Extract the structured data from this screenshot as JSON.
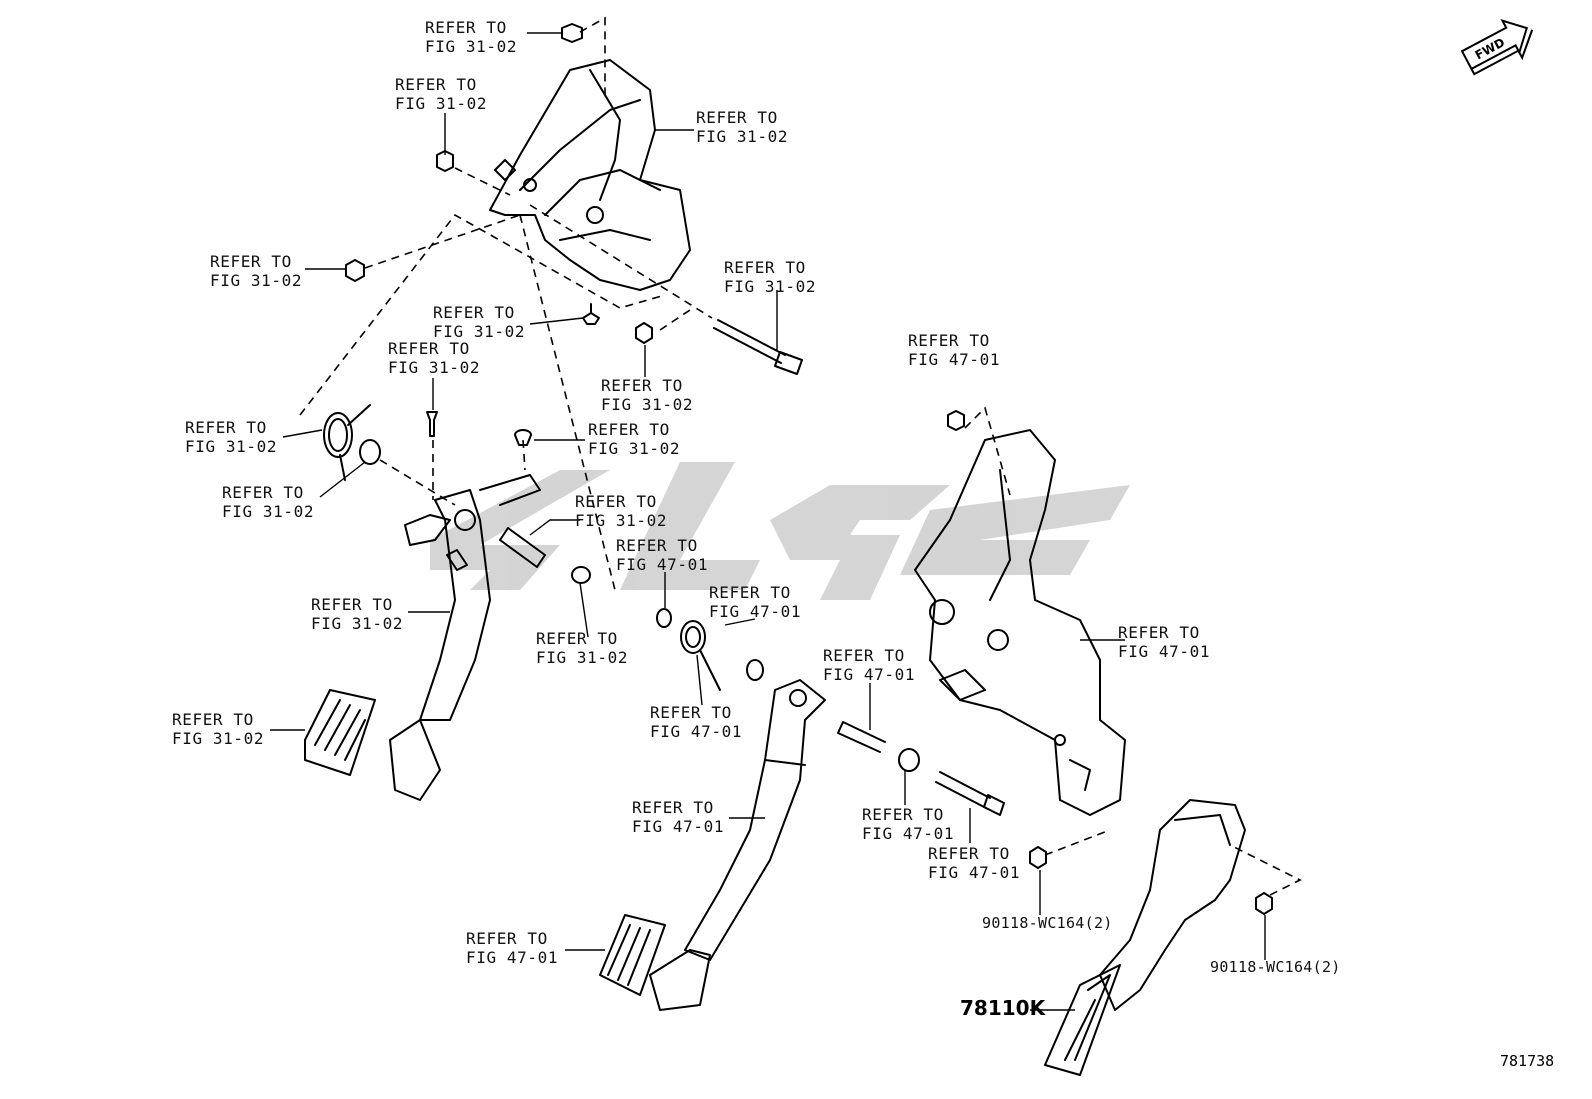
{
  "callouts": [
    {
      "id": "c1",
      "line1": "REFER TO",
      "line2": "FIG 31-02"
    },
    {
      "id": "c2",
      "line1": "REFER TO",
      "line2": "FIG 31-02"
    },
    {
      "id": "c3",
      "line1": "REFER TO",
      "line2": "FIG 31-02"
    },
    {
      "id": "c4",
      "line1": "REFER TO",
      "line2": "FIG 31-02"
    },
    {
      "id": "c5",
      "line1": "REFER TO",
      "line2": "FIG 31-02"
    },
    {
      "id": "c6",
      "line1": "REFER TO",
      "line2": "FIG 31-02"
    },
    {
      "id": "c7",
      "line1": "REFER TO",
      "line2": "FIG 31-02"
    },
    {
      "id": "c8",
      "line1": "REFER TO",
      "line2": "FIG 31-02"
    },
    {
      "id": "c9",
      "line1": "REFER TO",
      "line2": "FIG 31-02"
    },
    {
      "id": "c10",
      "line1": "REFER TO",
      "line2": "FIG 31-02"
    },
    {
      "id": "c11",
      "line1": "REFER TO",
      "line2": "FIG 31-02"
    },
    {
      "id": "c12",
      "line1": "REFER TO",
      "line2": "FIG 31-02"
    },
    {
      "id": "c13",
      "line1": "REFER TO",
      "line2": "FIG 31-02"
    },
    {
      "id": "c14",
      "line1": "REFER TO",
      "line2": "FIG 31-02"
    },
    {
      "id": "c15",
      "line1": "REFER TO",
      "line2": "FIG 31-02"
    },
    {
      "id": "c16",
      "line1": "REFER TO",
      "line2": "FIG 47-01"
    },
    {
      "id": "c17",
      "line1": "REFER TO",
      "line2": "FIG 47-01"
    },
    {
      "id": "c18",
      "line1": "REFER TO",
      "line2": "FIG 47-01"
    },
    {
      "id": "c19",
      "line1": "REFER TO",
      "line2": "FIG 47-01"
    },
    {
      "id": "c20",
      "line1": "REFER TO",
      "line2": "FIG 47-01"
    },
    {
      "id": "c21",
      "line1": "REFER TO",
      "line2": "FIG 47-01"
    },
    {
      "id": "c22",
      "line1": "REFER TO",
      "line2": "FIG 47-01"
    },
    {
      "id": "c23",
      "line1": "REFER TO",
      "line2": "FIG 47-01"
    },
    {
      "id": "c24",
      "line1": "REFER TO",
      "line2": "FIG 47-01"
    },
    {
      "id": "c25",
      "line1": "REFER TO",
      "line2": "FIG 47-01"
    }
  ],
  "part_numbers": {
    "nut_left": "90118-WC164(2)",
    "nut_right": "90118-WC164(2)",
    "pedal_assy": "78110K"
  },
  "figure_number": "781738",
  "fwd_label": "FWD",
  "colors": {
    "line": "#000000",
    "watermark": "#cfcfcf",
    "text": "#111111"
  }
}
